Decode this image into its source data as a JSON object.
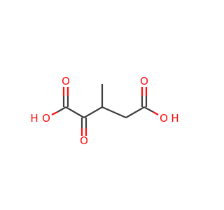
{
  "colors": {
    "bond": "#3f3f3f",
    "oxygen": "#ff0d0d"
  },
  "atoms": {
    "o_carbonyl_left": "O",
    "oh_left_o": "O",
    "oh_left_h": "H",
    "o_ketone": "O",
    "o_carbonyl_right": "O",
    "oh_right_o": "O",
    "oh_right_h": "H"
  }
}
